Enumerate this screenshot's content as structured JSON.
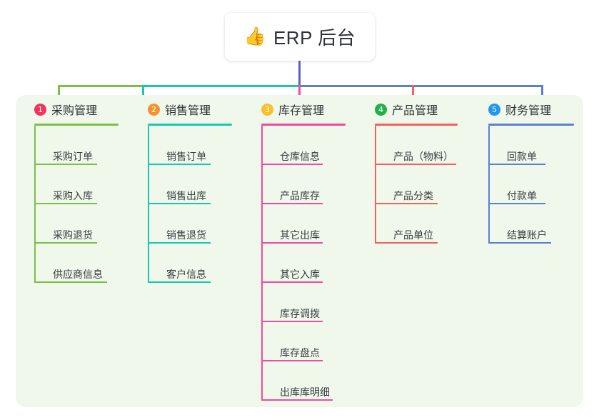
{
  "root": {
    "icon": "thumbs-up-emoji",
    "emoji": "👍",
    "title": "ERP 后台"
  },
  "palette": {
    "panel_bg": "#eff8ea",
    "page_bg": "#ffffff",
    "stem": "#5b62c4",
    "text": "#2f3136"
  },
  "branches": [
    {
      "number": "1",
      "title": "采购管理",
      "badge_color": "#f2325f",
      "line_color": "#7cc04a",
      "drop_color": "#7cc04a",
      "children": [
        {
          "label": "采购订单",
          "width": 88
        },
        {
          "label": "采购入库",
          "width": 88
        },
        {
          "label": "采购退货",
          "width": 88
        },
        {
          "label": "供应商信息",
          "width": 102
        }
      ]
    },
    {
      "number": "2",
      "title": "销售管理",
      "badge_color": "#f5922f",
      "line_color": "#19c7b1",
      "drop_color": "#19c7b1",
      "children": [
        {
          "label": "销售订单",
          "width": 88
        },
        {
          "label": "销售出库",
          "width": 88
        },
        {
          "label": "销售退货",
          "width": 88
        },
        {
          "label": "客户信息",
          "width": 88
        }
      ]
    },
    {
      "number": "3",
      "title": "库存管理",
      "badge_color": "#fcbe2b",
      "line_color": "#ef4ba0",
      "drop_color": "#ef4ba0",
      "children": [
        {
          "label": "仓库信息",
          "width": 86
        },
        {
          "label": "产品库存",
          "width": 86
        },
        {
          "label": "其它出库",
          "width": 86
        },
        {
          "label": "其它入库",
          "width": 86
        },
        {
          "label": "库存调拨",
          "width": 86
        },
        {
          "label": "库存盘点",
          "width": 86
        },
        {
          "label": "出库库明细",
          "width": 100
        }
      ]
    },
    {
      "number": "4",
      "title": "产品管理",
      "badge_color": "#21b14c",
      "line_color": "#f4615d",
      "drop_color": "#f4615d",
      "children": [
        {
          "label": "产品（物料）",
          "width": 114
        },
        {
          "label": "产品分类",
          "width": 88
        },
        {
          "label": "产品单位",
          "width": 88
        }
      ]
    },
    {
      "number": "5",
      "title": "财务管理",
      "badge_color": "#2196f3",
      "line_color": "#5b7fd4",
      "drop_color": "#5b7fd4",
      "children": [
        {
          "label": "回款单",
          "width": 80
        },
        {
          "label": "付款单",
          "width": 80
        },
        {
          "label": "结算账户",
          "width": 88
        }
      ]
    }
  ],
  "connector_segments": [
    {
      "name": "stem-vertical",
      "color": "#5b62c4"
    },
    {
      "name": "bus-left-green",
      "color": "#7cc04a"
    },
    {
      "name": "bus-mid-teal",
      "color": "#19c7b1"
    },
    {
      "name": "bus-right-blue",
      "color": "#5b7fd4"
    }
  ]
}
